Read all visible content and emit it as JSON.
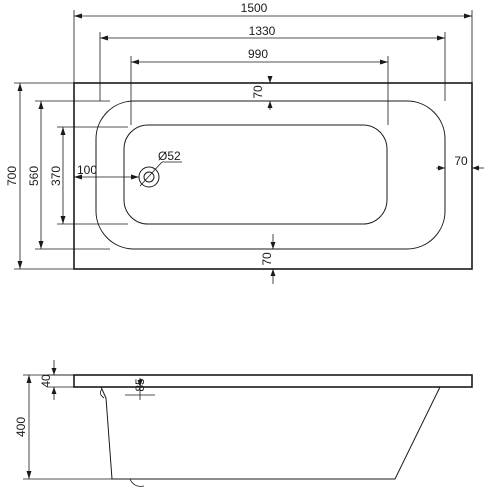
{
  "dimensions": {
    "overall_length": "1500",
    "inner_length": "1330",
    "basin_length": "990",
    "top_rim": "70",
    "bottom_rim": "70",
    "right_rim": "70",
    "drain_offset": "100",
    "drain_diameter": "Ø52",
    "overall_width": "700",
    "inner_width": "560",
    "basin_width": "370",
    "rim_thickness": "40",
    "depth": "400",
    "side_detail": "85"
  }
}
